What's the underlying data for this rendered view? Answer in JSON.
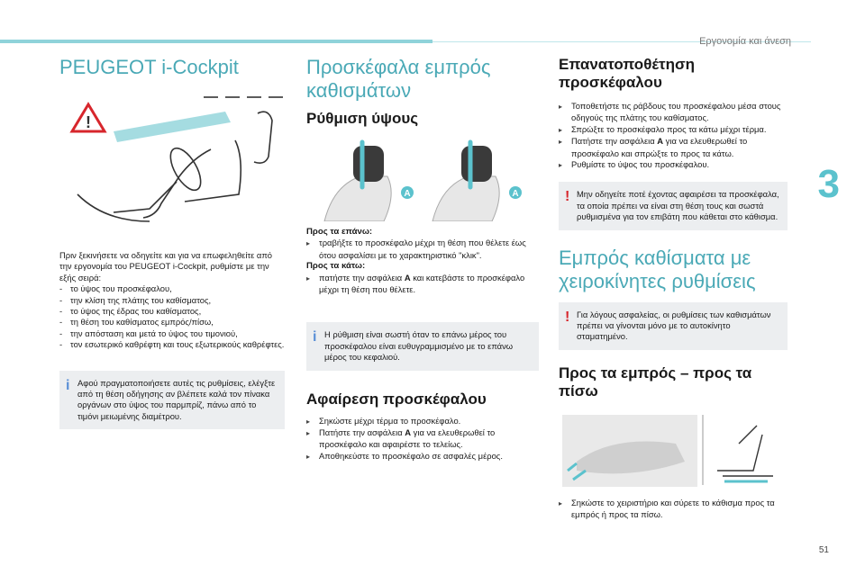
{
  "header": {
    "title": "Εργονομία και άνεση",
    "chapter": "3",
    "page": "51"
  },
  "col1": {
    "title": "PEUGEOT i-Cockpit",
    "intro": "Πριν ξεκινήσετε να οδηγείτε και για να επωφεληθείτε από την εργονομία του PEUGEOT i-Cockpit, ρυθμίστε με την εξής σειρά:",
    "items": [
      "το ύψος του προσκέφαλου,",
      "την κλίση της πλάτης του καθίσματος,",
      "το ύψος της έδρας του καθίσματος,",
      "τη θέση του καθίσματος εμπρός/πίσω,",
      "την απόσταση και μετά το ύψος του τιμονιού,",
      "τον εσωτερικό καθρέφτη και τους εξωτερικούς καθρέφτες."
    ],
    "note": "Αφού πραγματοποιήσετε αυτές τις ρυθμίσεις, ελέγξτε από τη θέση οδήγησης αν βλέπετε καλά τον πίνακα οργάνων στο ύψος του παρμπρίζ, πάνω από το τιμόνι μειωμένης διαμέτρου."
  },
  "col2": {
    "title": "Προσκέφαλα εμπρός καθισμάτων",
    "sub1": "Ρύθμιση ύψους",
    "label_A1": "A",
    "label_A2": "A",
    "up_head": "Προς τα επάνω:",
    "up_item": "τραβήξτε το προσκέφαλο μέχρι τη θέση που θέλετε έως ότου ασφαλίσει με το χαρακτηριστικό \"κλικ\".",
    "down_head": "Προς τα κάτω:",
    "down_item_pre": "πατήστε την ασφάλεια ",
    "down_item_A": "A",
    "down_item_post": " και κατεβάστε το προσκέφαλο μέχρι τη θέση που θέλετε.",
    "note": "Η ρύθμιση είναι σωστή όταν το επάνω μέρος του προσκέφαλου είναι ευθυγραμμισμένο με το επάνω μέρος του κεφαλιού.",
    "sub2": "Αφαίρεση προσκέφαλου",
    "rem1": "Σηκώστε μέχρι τέρμα το προσκέφαλο.",
    "rem2_pre": "Πατήστε την ασφάλεια ",
    "rem2_A": "A",
    "rem2_post": " για να ελευθερωθεί το προσκέφαλο και αφαιρέστε το τελείως.",
    "rem3": "Αποθηκεύστε το προσκέφαλο σε ασφαλές μέρος."
  },
  "col3": {
    "title": "Επανατοποθέτηση προσκέφαλου",
    "i1": "Τοποθετήστε τις ράβδους του προσκέφαλου μέσα στους οδηγούς της πλάτης του καθίσματος.",
    "i2": "Σπρώξτε το προσκέφαλο προς τα κάτω μέχρι τέρμα.",
    "i3_pre": "Πατήστε την ασφάλεια ",
    "i3_A": "A",
    "i3_post": " για να ελευθερωθεί το προσκέφαλο και σπρώξτε το προς τα κάτω.",
    "i4": "Ρυθμίστε το ύψος του προσκέφαλου.",
    "warn": "Μην οδηγείτε ποτέ έχοντας αφαιρέσει τα προσκέφαλα, τα οποία πρέπει να είναι στη θέση τους και σωστά ρυθμισμένα για τον επιβάτη που κάθεται στο κάθισμα.",
    "title2": "Εμπρός καθίσματα με χειροκίνητες ρυθμίσεις",
    "warn2": "Για λόγους ασφαλείας, οι ρυθμίσεις των καθισμάτων πρέπει να γίνονται μόνο με το αυτοκίνητο σταματημένο.",
    "sub3": "Προς τα εμπρός – προς τα πίσω",
    "slide": "Σηκώστε το χειριστήριο και σύρετε το κάθισμα προς τα εμπρός ή προς τα πίσω."
  },
  "colors": {
    "accent": "#5bc2cd",
    "warning": "#d7262c",
    "info": "#5a8fd6"
  }
}
